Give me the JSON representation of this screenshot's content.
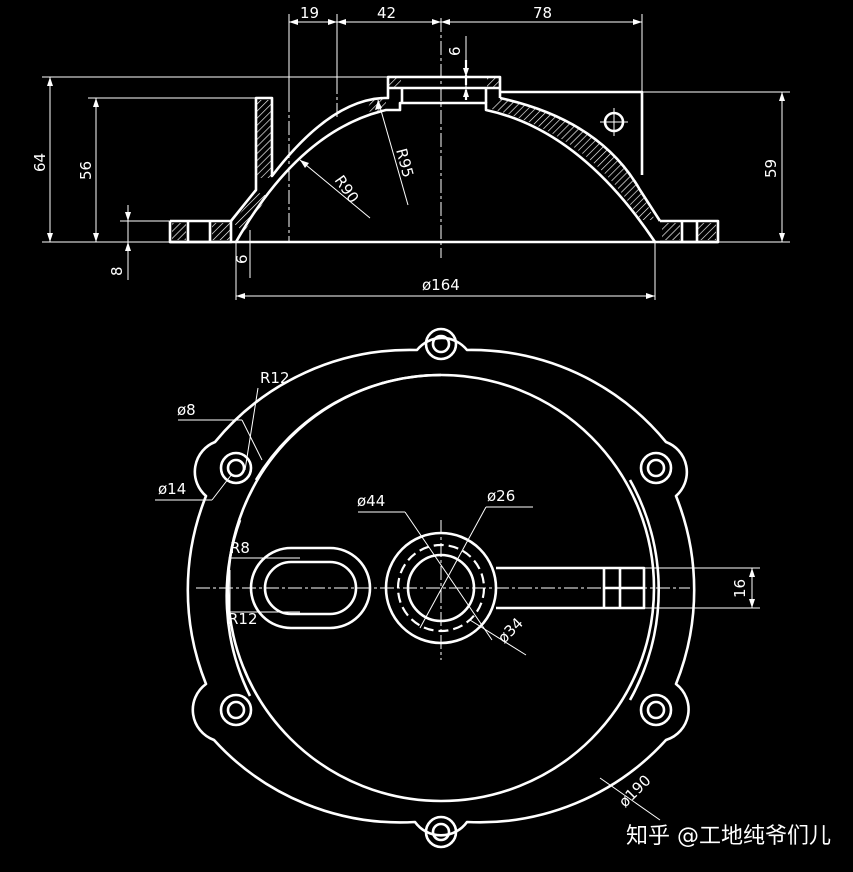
{
  "drawing": {
    "front_view_dims": {
      "d19": "19",
      "d42": "42",
      "d78": "78",
      "d6_top": "6",
      "d64": "64",
      "d56": "56",
      "d59": "59",
      "d8": "8",
      "d6_bottom": "6",
      "r95": "R95",
      "r90": "R90",
      "dia164": "ø164"
    },
    "top_view_dims": {
      "r12_hole": "R12",
      "dia8": "ø8",
      "dia14": "ø14",
      "dia44": "ø44",
      "dia26": "ø26",
      "r8": "R8",
      "r12_slot": "R12",
      "d16": "16",
      "dia34": "ø34",
      "dia190": "ø190"
    }
  },
  "watermark": "知乎 @工地纯爷们儿"
}
